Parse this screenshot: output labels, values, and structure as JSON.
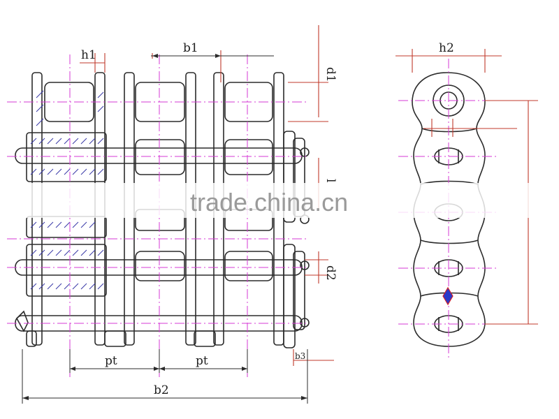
{
  "diagram": {
    "labels": {
      "h1": "h1",
      "b1": "b1",
      "d1": "d1",
      "l": "l",
      "d2": "d2",
      "pt_left": "pt",
      "pt_right": "pt",
      "b3": "b3",
      "b2": "b2",
      "h2": "h2"
    },
    "watermark": "trade.china.cn",
    "colors": {
      "outline": "#2b2b2b",
      "centerline": "#d63ad6",
      "dimension": "#c0392b",
      "hatch": "#3a3aa8",
      "accent_fill": "#2a3ac9",
      "accent_red": "#d0202a"
    }
  }
}
